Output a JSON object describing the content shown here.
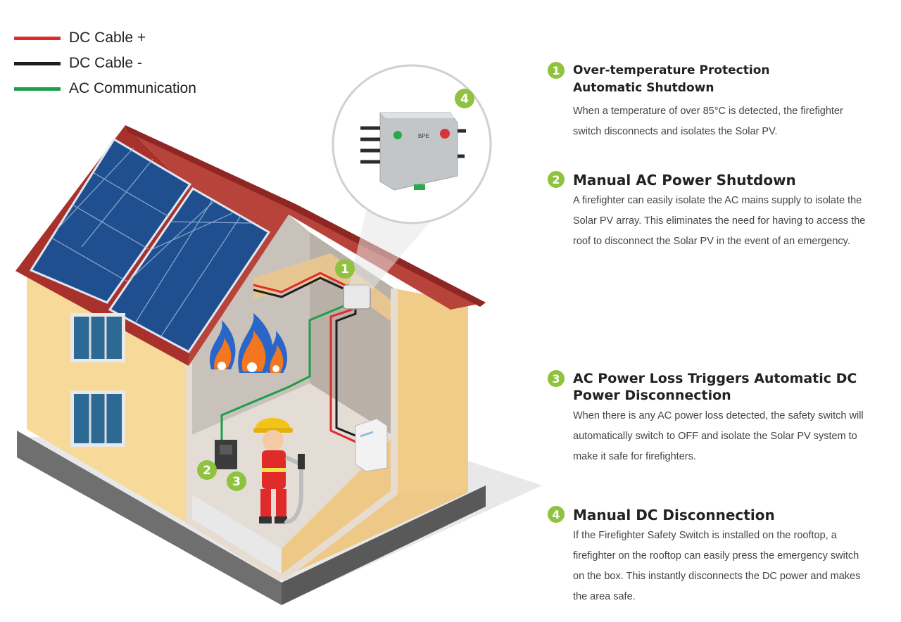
{
  "legend": {
    "items": [
      {
        "label": "DC Cable +",
        "color": "#e02b2b"
      },
      {
        "label": "DC Cable -",
        "color": "#1e1e1e"
      },
      {
        "label": "AC Communication",
        "color": "#1e9e4a"
      }
    ]
  },
  "markers": {
    "m1": "1",
    "m2": "2",
    "m3": "3",
    "m4": "4",
    "device_brand": "BPE"
  },
  "features": [
    {
      "number": "1",
      "title": "Over-temperature Protection Automatic Shutdown",
      "body": "When a temperature of over 85°C is detected, the firefighter switch disconnects and isolates the Solar PV."
    },
    {
      "number": "2",
      "title": "Manual AC Power Shutdown",
      "body": "A firefighter can easily isolate the AC mains supply to isolate the Solar PV array. This eliminates the need for having to access the roof to disconnect the Solar PV in the event of an emergency."
    },
    {
      "number": "3",
      "title": "AC Power Loss Triggers Automatic DC Power Disconnection",
      "body": "When there is any AC power loss detected, the safety switch will automatically switch to OFF and isolate the Solar PV system to make it safe for firefighters."
    },
    {
      "number": "4",
      "title": "Manual DC Disconnection",
      "body": "If the Firefighter Safety Switch is installed on the rooftop, a firefighter on the rooftop can easily press the emergency switch on the box. This instantly disconnects the DC power and makes the area safe."
    }
  ],
  "colors": {
    "accent": "#8fc23e",
    "roof": "#a8312c",
    "wall": "#f7d99a",
    "panel": "#1f4f8f"
  }
}
